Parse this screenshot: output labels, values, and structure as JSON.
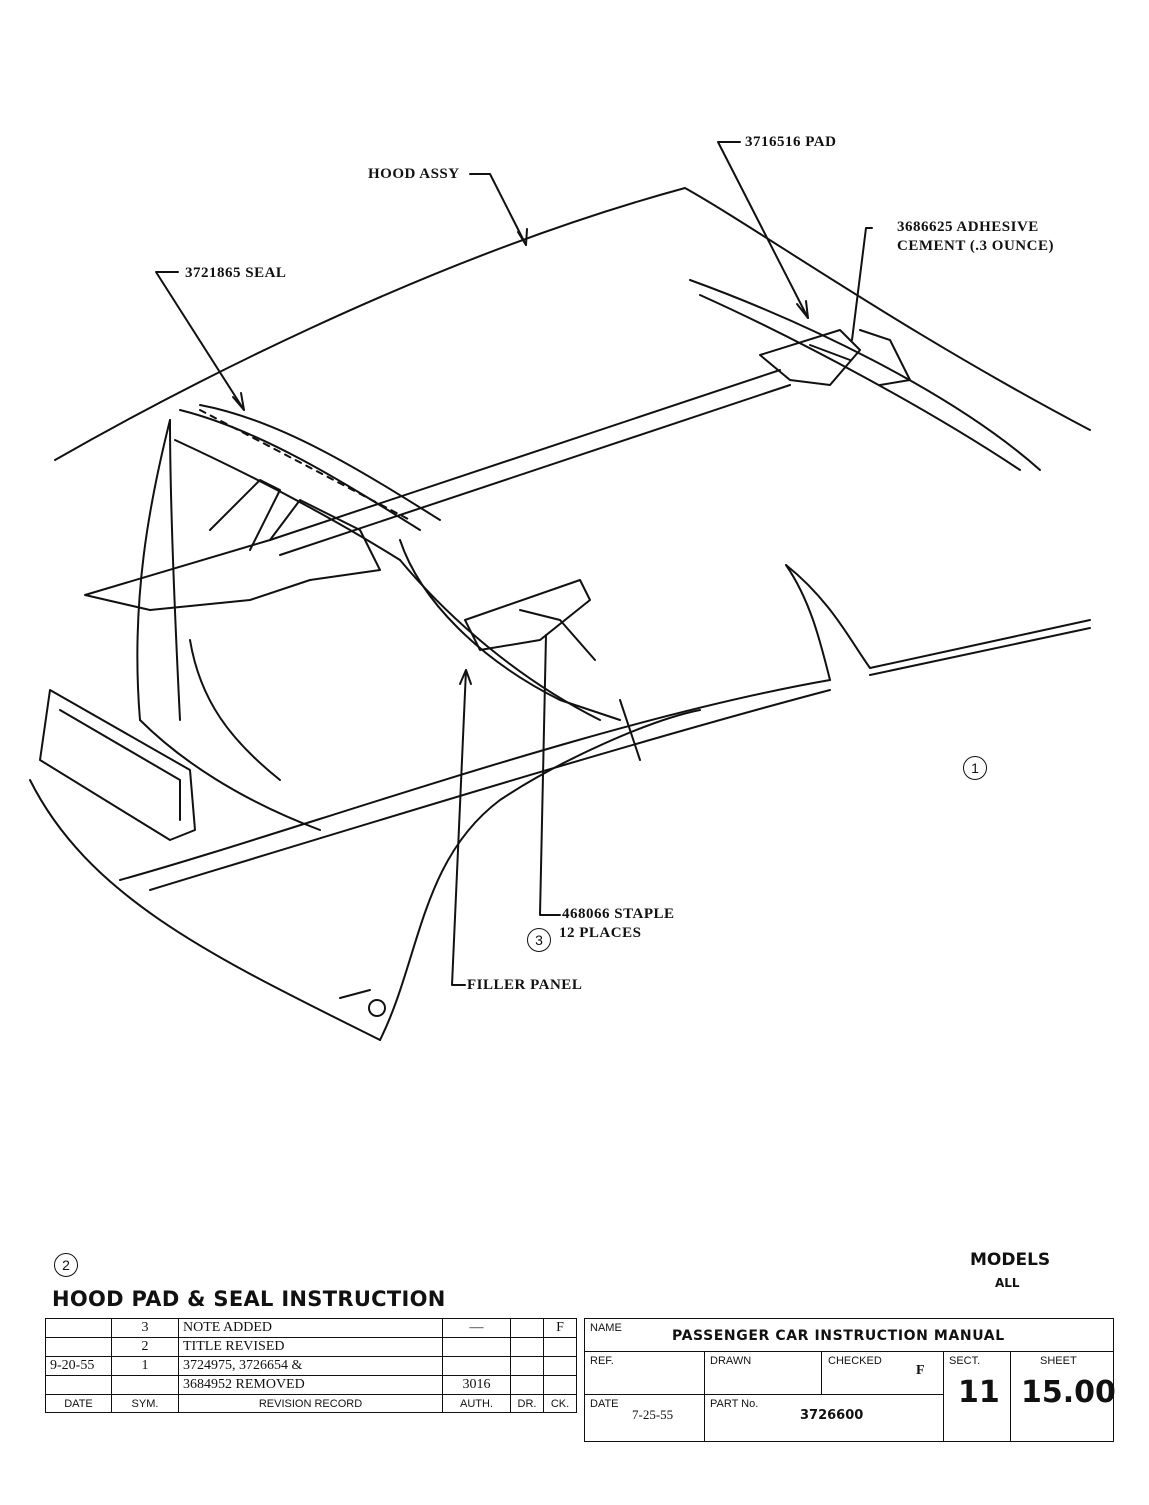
{
  "callouts": {
    "hood_assy": "HOOD ASSY",
    "pad": "3716516 PAD",
    "adhesive_line1": "3686625 ADHESIVE",
    "adhesive_line2": "CEMENT (.3 OUNCE)",
    "seal": "3721865 SEAL",
    "staple_line1": "468066 STAPLE",
    "staple_line2": "12 PLACES",
    "filler_panel": "FILLER PANEL"
  },
  "markers": {
    "m1": "1",
    "m2": "2",
    "m3": "3"
  },
  "header": {
    "title": "HOOD PAD & SEAL INSTRUCTION",
    "models_label": "MODELS",
    "models_value": "ALL"
  },
  "revision_record": {
    "rows": [
      {
        "date": "",
        "sym": "3",
        "record": "NOTE ADDED",
        "auth": "—",
        "dr": "",
        "ck": "F"
      },
      {
        "date": "",
        "sym": "2",
        "record": "TITLE REVISED",
        "auth": "",
        "dr": "",
        "ck": ""
      },
      {
        "date": "9-20-55",
        "sym": "1",
        "record": "3724975, 3726654 &",
        "auth": "",
        "dr": "",
        "ck": ""
      },
      {
        "date": "",
        "sym": "",
        "record": "3684952 REMOVED",
        "auth": "3016",
        "dr": "",
        "ck": ""
      }
    ],
    "headers": {
      "date": "DATE",
      "sym": "SYM.",
      "record": "REVISION RECORD",
      "auth": "AUTH.",
      "dr": "DR.",
      "ck": "CK."
    }
  },
  "title_block": {
    "name_label": "NAME",
    "name_value": "PASSENGER CAR INSTRUCTION MANUAL",
    "ref_label": "REF.",
    "drawn_label": "DRAWN",
    "checked_label": "CHECKED",
    "checked_value": "F",
    "sect_label": "SECT.",
    "sect_value": "11",
    "sheet_label": "SHEET",
    "sheet_value": "15.00",
    "date_label": "DATE",
    "date_value": "7-25-55",
    "part_label": "PART No.",
    "part_value": "3726600"
  }
}
